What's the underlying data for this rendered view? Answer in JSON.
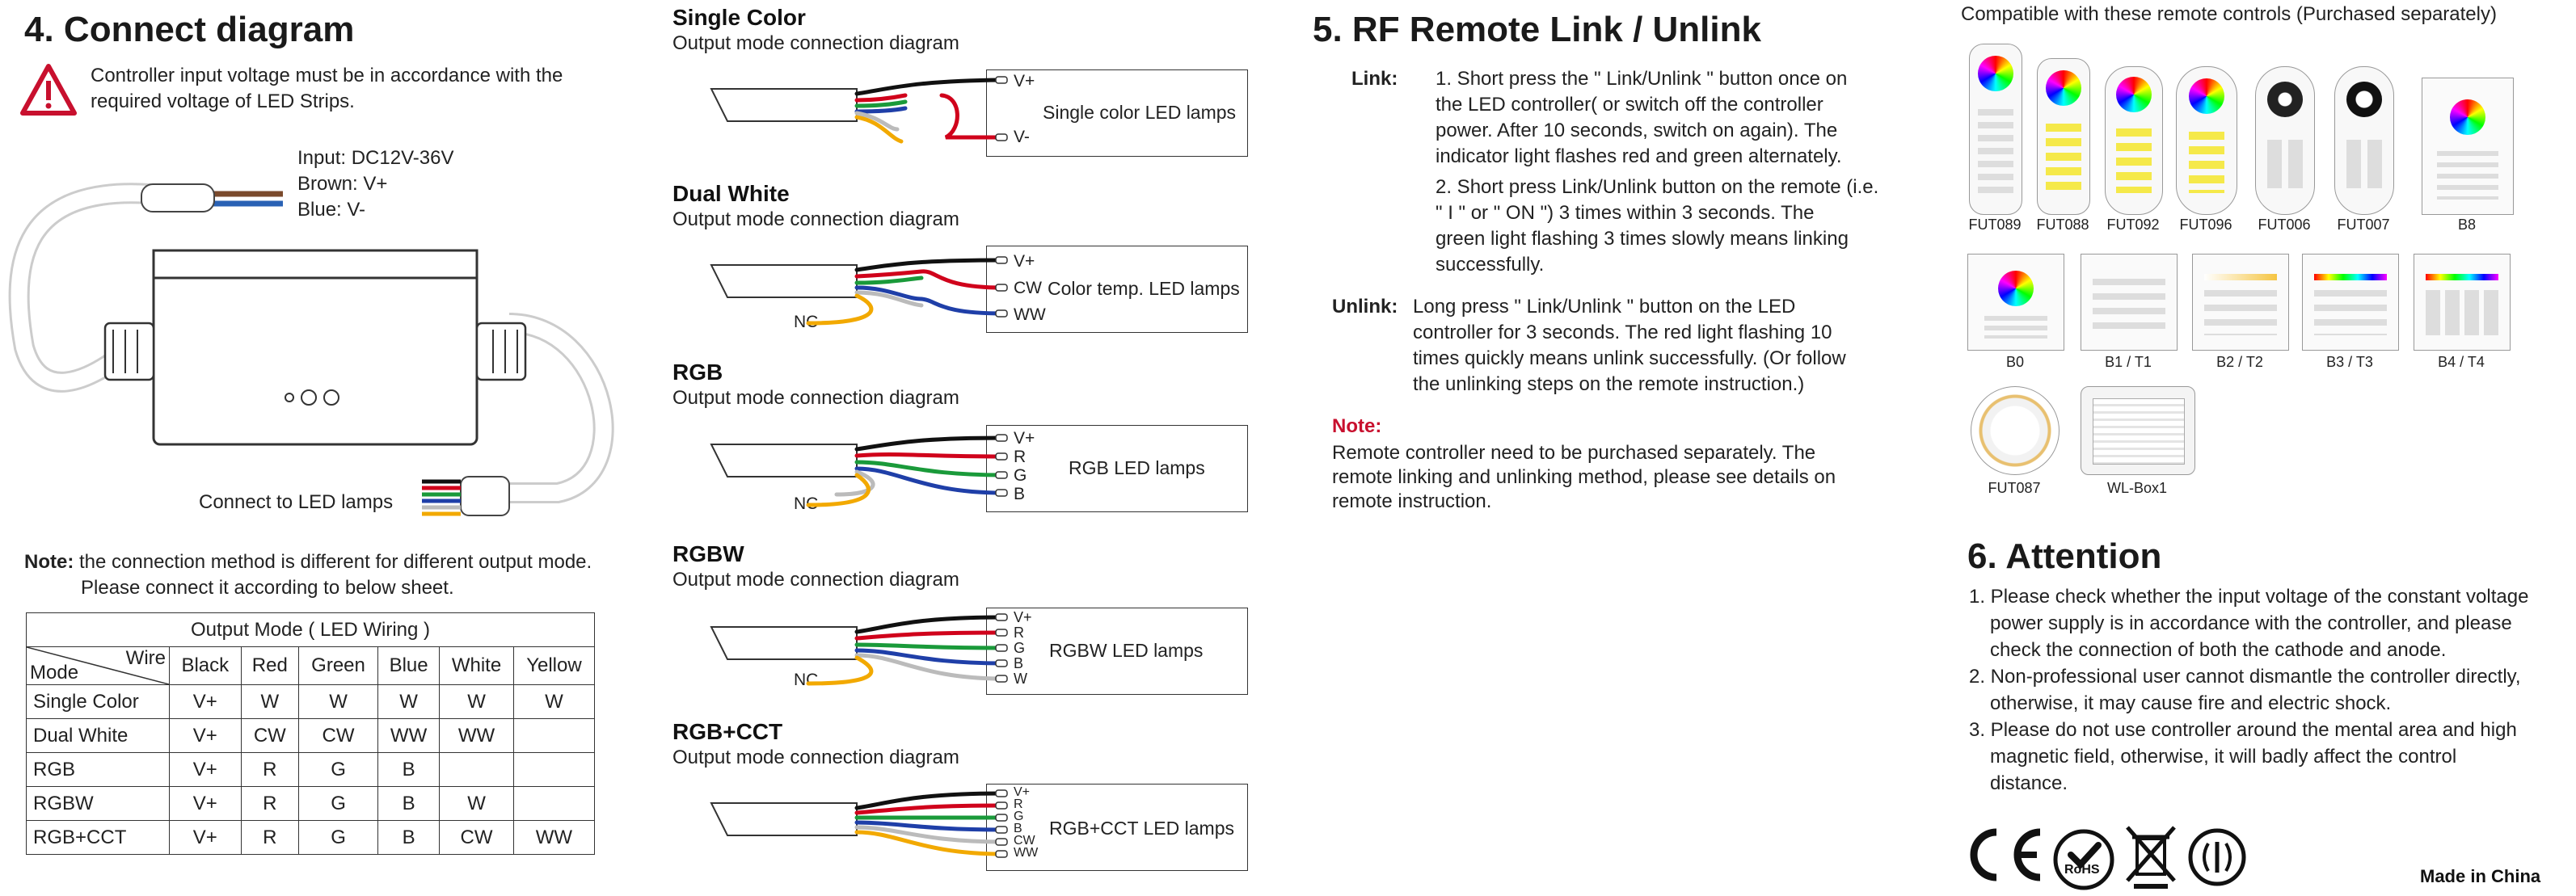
{
  "connect": {
    "title": "4. Connect diagram",
    "warning": [
      "Controller input voltage must be in accordance with the",
      "required voltage of LED Strips."
    ],
    "input_label": "Input: DC12V-36V",
    "brown_label": "Brown: V+",
    "blue_label": "Blue: V-",
    "led_label": "Connect to LED lamps",
    "note_label": "Note:",
    "note_text": "the connection method is different for different output mode.",
    "note_text2": "Please connect it according to below sheet.",
    "table": {
      "title": "Output Mode ( LED Wiring )",
      "corner_wire": "Wire",
      "corner_mode": "Mode",
      "headers": [
        "Black",
        "Red",
        "Green",
        "Blue",
        "White",
        "Yellow"
      ],
      "rows": [
        {
          "mode": "Single Color",
          "cells": [
            "V+",
            "W",
            "W",
            "W",
            "W",
            "W"
          ]
        },
        {
          "mode": "Dual White",
          "cells": [
            "V+",
            "CW",
            "CW",
            "WW",
            "WW",
            ""
          ]
        },
        {
          "mode": "RGB",
          "cells": [
            "V+",
            "R",
            "G",
            "B",
            "",
            ""
          ]
        },
        {
          "mode": "RGBW",
          "cells": [
            "V+",
            "R",
            "G",
            "B",
            "W",
            ""
          ]
        },
        {
          "mode": "RGB+CCT",
          "cells": [
            "V+",
            "R",
            "G",
            "B",
            "CW",
            "WW"
          ]
        }
      ]
    }
  },
  "diagrams": [
    {
      "title": "Single Color",
      "subtitle": "Output mode connection diagram",
      "lamp": "Single color LED lamps",
      "pins": [
        "V+",
        "V-"
      ],
      "nc": ""
    },
    {
      "title": "Dual White",
      "subtitle": "Output mode connection diagram",
      "lamp": "Color temp. LED lamps",
      "pins": [
        "V+",
        "CW",
        "WW"
      ],
      "nc": "NC"
    },
    {
      "title": "RGB",
      "subtitle": "Output mode connection diagram",
      "lamp": "RGB LED lamps",
      "pins": [
        "V+",
        "R",
        "G",
        "B"
      ],
      "nc": "NC"
    },
    {
      "title": "RGBW",
      "subtitle": "Output mode connection diagram",
      "lamp": "RGBW LED lamps",
      "pins": [
        "V+",
        "R",
        "G",
        "B",
        "W"
      ],
      "nc": "NC"
    },
    {
      "title": "RGB+CCT",
      "subtitle": "Output mode connection diagram",
      "lamp": "RGB+CCT LED lamps",
      "pins": [
        "V+",
        "R",
        "G",
        "B",
        "CW",
        "WW"
      ],
      "nc": ""
    }
  ],
  "rf": {
    "title": "5. RF Remote Link / Unlink",
    "link_label": "Link:",
    "link1": [
      "1. Short press the \" Link/Unlink \" button once on",
      "the LED controller( or switch off the controller",
      "power. After 10 seconds, switch on again). The",
      "indicator light flashes red and green alternately."
    ],
    "link2": [
      "2. Short press Link/Unlink button on the remote (i.e.",
      "\" I \" or \" ON \") 3 times within 3 seconds. The",
      "green light flashing 3 times slowly means linking",
      "successfully."
    ],
    "unlink_label": "Unlink:",
    "unlink": [
      "Long press \" Link/Unlink \" button on the LED",
      "controller for 3 seconds. The red light flashing 10",
      "times quickly means unlink successfully. (Or follow",
      "the unlinking steps on the remote instruction.)"
    ],
    "note_label": "Note:",
    "note": [
      "Remote controller need to be purchased separately. The",
      "remote linking and unlinking method, please see details on",
      "remote instruction."
    ]
  },
  "remotes": {
    "header": "Compatible with these remote controls (Purchased separately)",
    "row1": [
      "FUT089",
      "FUT088",
      "FUT092",
      "FUT096",
      "FUT006",
      "FUT007",
      "B8"
    ],
    "row2": [
      "B0",
      "B1 / T1",
      "B2 / T2",
      "B3 / T3",
      "B4 / T4"
    ],
    "row3": [
      "FUT087",
      "WL-Box1"
    ]
  },
  "attention": {
    "title": "6. Attention",
    "items": [
      [
        "1. Please check whether the input voltage of the constant voltage",
        "power supply is in accordance with the controller, and please",
        "check the connection of both the cathode and anode."
      ],
      [
        "2. Non-professional user cannot dismantle the controller directly,",
        "otherwise, it may cause fire and electric shock."
      ],
      [
        "3. Please do not use controller around the mental area and high",
        "magnetic field, otherwise, it will badly affect the control",
        "distance."
      ]
    ]
  },
  "footer": {
    "rohs": "RoHS",
    "made_in": "Made in China"
  }
}
